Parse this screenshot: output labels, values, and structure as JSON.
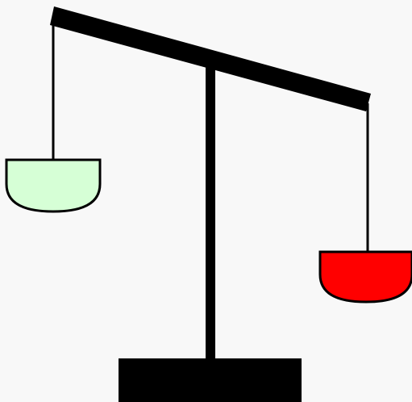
{
  "background_color": "#f8f8f8",
  "balance": {
    "state": "tilted",
    "heavier_side": "right",
    "left_pan": {
      "color": "#d6ffd6",
      "position": "raised"
    },
    "right_pan": {
      "color": "#ff0000",
      "position": "lowered"
    },
    "frame_color": "#000000"
  }
}
